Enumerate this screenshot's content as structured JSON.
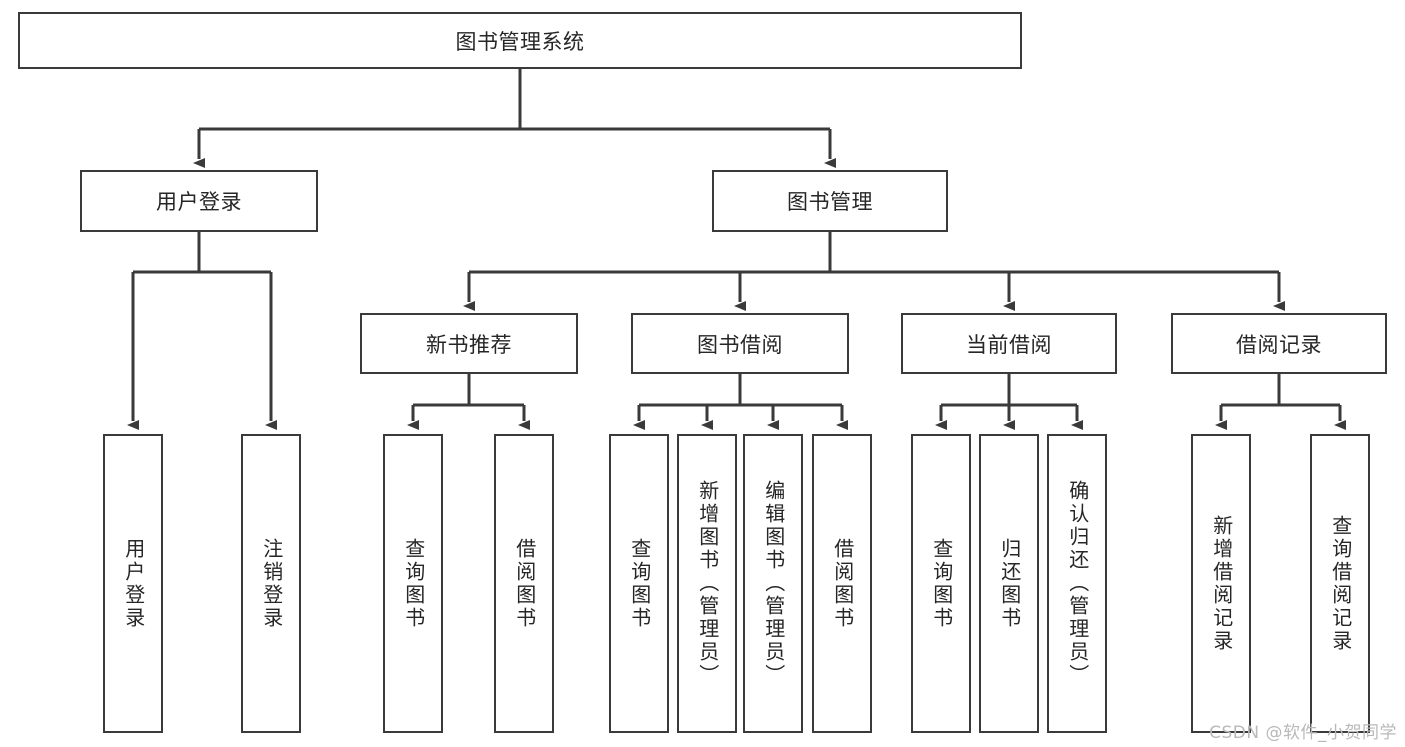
{
  "diagram": {
    "title": "图书管理系统",
    "type": "tree-hierarchy-chart",
    "background": "#ffffff",
    "line_color": "#3a3a3a",
    "text_color": "#262626"
  },
  "root": {
    "label": "图书管理系统"
  },
  "level2": [
    {
      "id": "user-login",
      "label": "用户登录"
    },
    {
      "id": "book-management",
      "label": "图书管理"
    }
  ],
  "level3": [
    {
      "id": "new-book-recommend",
      "label": "新书推荐"
    },
    {
      "id": "book-borrow",
      "label": "图书借阅"
    },
    {
      "id": "current-borrow",
      "label": "当前借阅"
    },
    {
      "id": "borrow-record",
      "label": "借阅记录"
    }
  ],
  "leaves": {
    "user_login": [
      {
        "id": "leaf-user-login",
        "label": "用户登录"
      },
      {
        "id": "leaf-logout-login",
        "label": "注销登录"
      }
    ],
    "new_book_recommend": [
      {
        "id": "leaf-query-book-1",
        "label": "查询图书"
      },
      {
        "id": "leaf-borrow-book-1",
        "label": "借阅图书"
      }
    ],
    "book_borrow": [
      {
        "id": "leaf-query-book-2",
        "label": "查询图书"
      },
      {
        "id": "leaf-add-book",
        "label": "新增图书（管理员）"
      },
      {
        "id": "leaf-edit-book",
        "label": "编辑图书（管理员）"
      },
      {
        "id": "leaf-borrow-book-2",
        "label": "借阅图书"
      }
    ],
    "current_borrow": [
      {
        "id": "leaf-query-book-3",
        "label": "查询图书"
      },
      {
        "id": "leaf-return-book",
        "label": "归还图书"
      },
      {
        "id": "leaf-confirm-return",
        "label": "确认归还（管理员）"
      }
    ],
    "borrow_record": [
      {
        "id": "leaf-add-borrow-record",
        "label": "新增借阅记录"
      },
      {
        "id": "leaf-query-borrow-record",
        "label": "查询借阅记录"
      }
    ]
  },
  "watermark": {
    "text": "CSDN @软件_小贺同学"
  }
}
